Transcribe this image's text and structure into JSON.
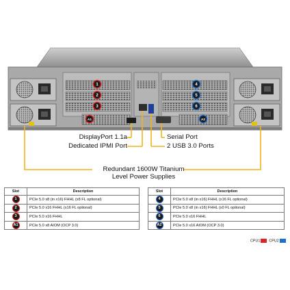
{
  "colors": {
    "callout_line": "#f2b21b",
    "cpu1": "#e02424",
    "cpu2": "#1f6fd1",
    "chassis": "#9a9a9a"
  },
  "chassis": {
    "slot_badges": [
      "1",
      "2",
      "3",
      "A1",
      "4",
      "5",
      "6",
      "A2"
    ]
  },
  "callouts": {
    "displayport": "DisplayPort 1.1a",
    "ipmi": "Dedicated IPMI  Port",
    "serial": "Serial Port",
    "usb": "2 USB 3.0 Ports",
    "psu_line1": "Redundant  1600W Titanium",
    "psu_line2": "Level Power Supplies"
  },
  "tables": {
    "slot_header": "Slot",
    "desc_header": "Description",
    "left": [
      {
        "slot": "1",
        "cpu": "cpu1",
        "desc": "PCIe 5.0 x8 (in x16) FHHL (x8 FL optional)"
      },
      {
        "slot": "2",
        "cpu": "cpu1",
        "desc": "PCIe 5.0 x16 FHHL (x16 FL optional)"
      },
      {
        "slot": "3",
        "cpu": "cpu1",
        "desc": "PCIe 5.0 x16 FHHL"
      },
      {
        "slot": "A1",
        "cpu": "cpu1",
        "desc": "PCIe 5.0 x8 AIOM (OCP 3.0)"
      }
    ],
    "right": [
      {
        "slot": "4",
        "cpu": "cpu2",
        "desc": "PCIe 5.0 x8 (in x16) FHHL (x16 FL optional)"
      },
      {
        "slot": "5",
        "cpu": "cpu2",
        "desc": "PCIe 5.0 x8 (in x16) FHHL (x0 FL optional)"
      },
      {
        "slot": "6",
        "cpu": "cpu2",
        "desc": "PCIe 5.0 x16 FHHL"
      },
      {
        "slot": "A2",
        "cpu": "cpu2",
        "desc": "PCIe 5.0 x16 AIOM (OCP 3.0)"
      }
    ]
  },
  "legend": {
    "cpu1_label": "CPU1",
    "cpu2_label": "CPU2"
  }
}
